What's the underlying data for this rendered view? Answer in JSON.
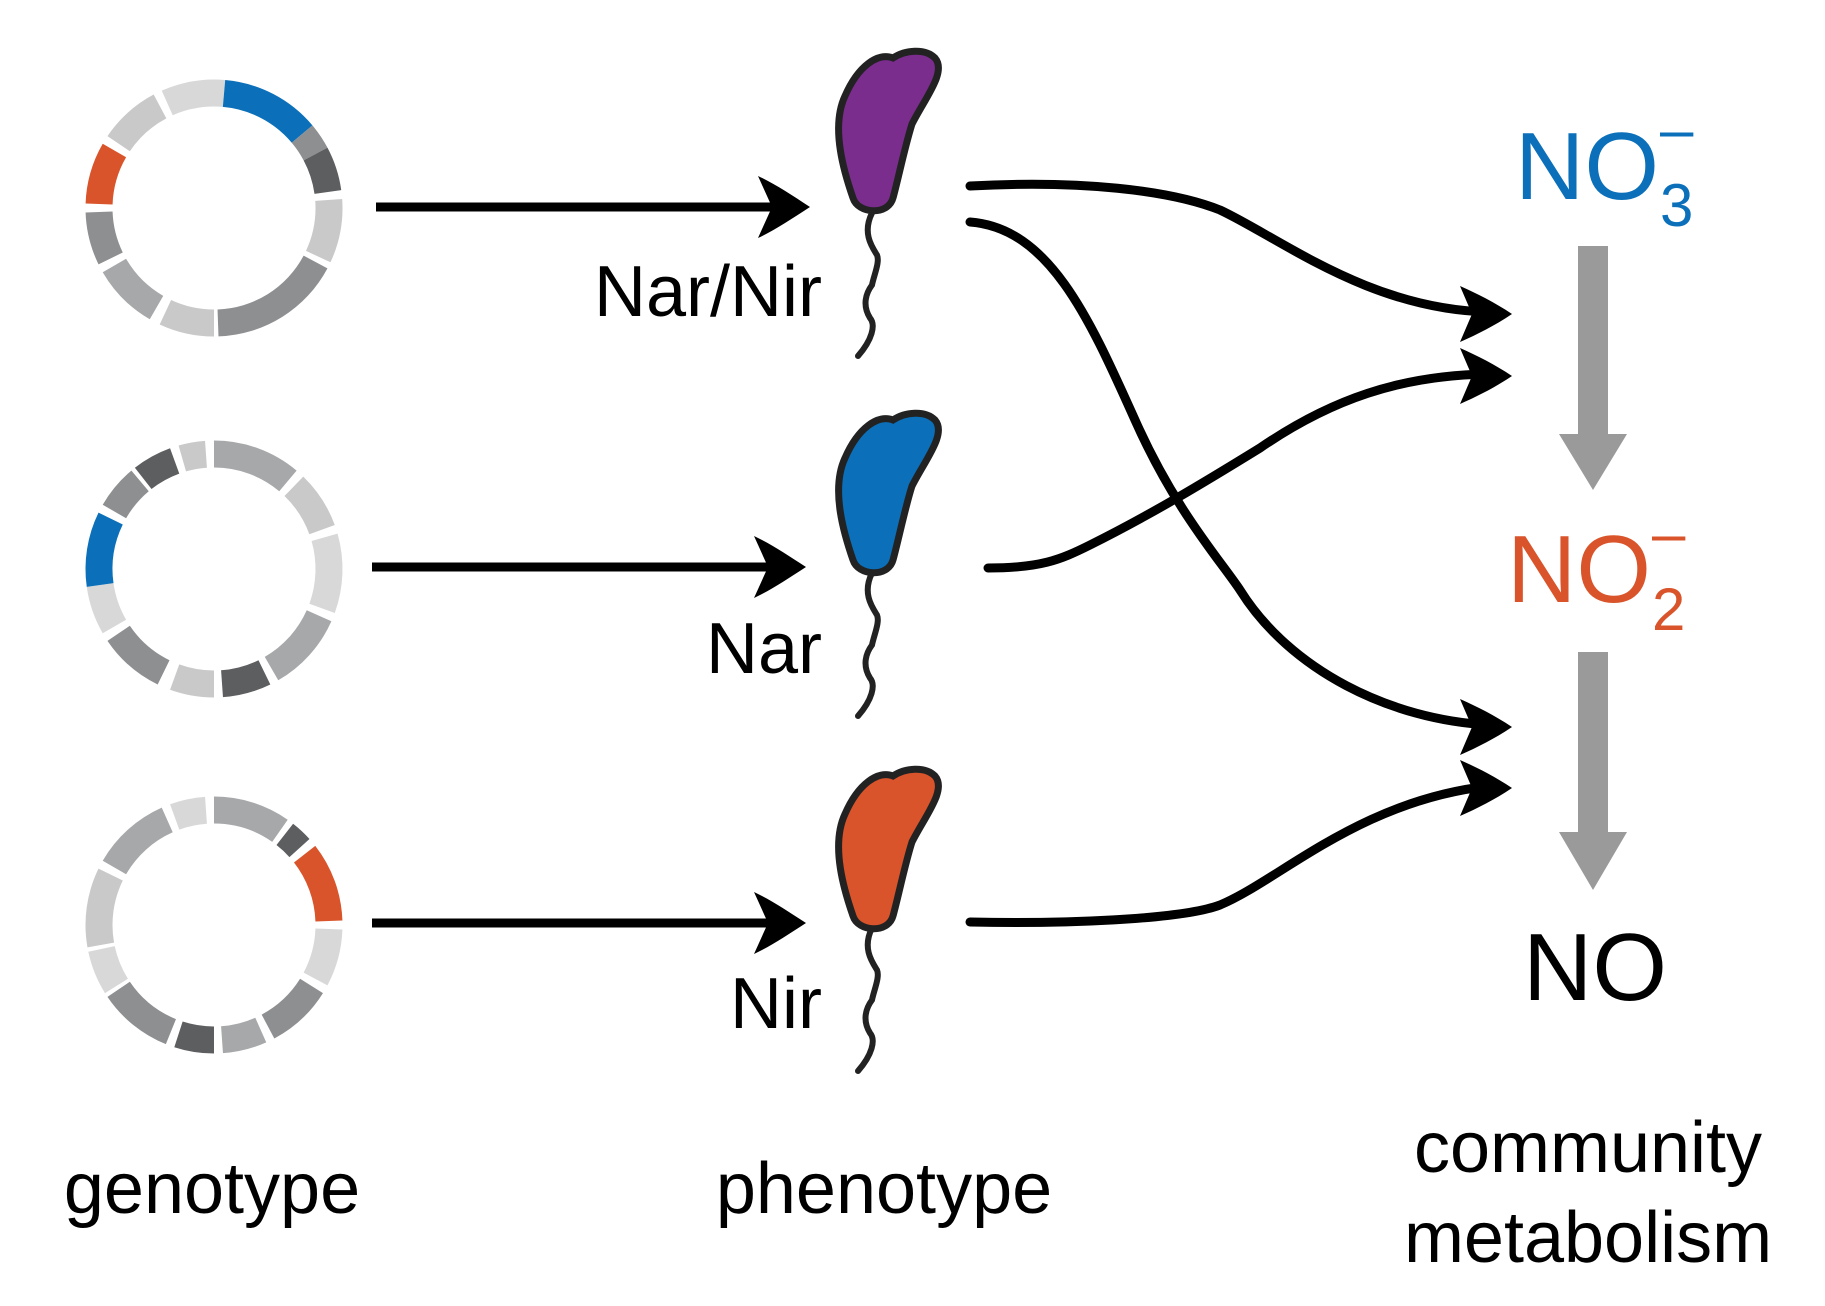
{
  "colors": {
    "nar": "#0b70b9",
    "nir": "#d9542a",
    "both": "#7b2d8e",
    "ink": "#000000",
    "flow_arrow": "#9a9a9a"
  },
  "rows": [
    {
      "id": "nar-nir",
      "phenotype_label": "Nar/Nir",
      "color_key": "both",
      "icon": "bacterium-icon"
    },
    {
      "id": "nar",
      "phenotype_label": "Nar",
      "color_key": "nar",
      "icon": "bacterium-icon"
    },
    {
      "id": "nir",
      "phenotype_label": "Nir",
      "color_key": "nir",
      "icon": "bacterium-icon"
    }
  ],
  "metabolites": {
    "no3": {
      "base": "NO",
      "sub": "3",
      "sup": "–",
      "color_key": "nar"
    },
    "no2": {
      "base": "NO",
      "sub": "2",
      "sup": "–",
      "color_key": "nir"
    },
    "no": {
      "base": "NO",
      "color_key": "ink"
    }
  },
  "columns": {
    "genotype": "genotype",
    "phenotype": "phenotype",
    "community_line1": "community",
    "community_line2": "metabolism"
  },
  "links": [
    {
      "from": "nar-nir",
      "to": "no3"
    },
    {
      "from": "nar-nir",
      "to": "no2"
    },
    {
      "from": "nar",
      "to": "no3"
    },
    {
      "from": "nir",
      "to": "no2"
    }
  ],
  "genome_rings": [
    {
      "row": "nar-nir",
      "highlights": [
        {
          "color_key": "nar"
        },
        {
          "color_key": "nir"
        }
      ]
    },
    {
      "row": "nar",
      "highlights": [
        {
          "color_key": "nar"
        }
      ]
    },
    {
      "row": "nir",
      "highlights": [
        {
          "color_key": "nir"
        }
      ]
    }
  ]
}
